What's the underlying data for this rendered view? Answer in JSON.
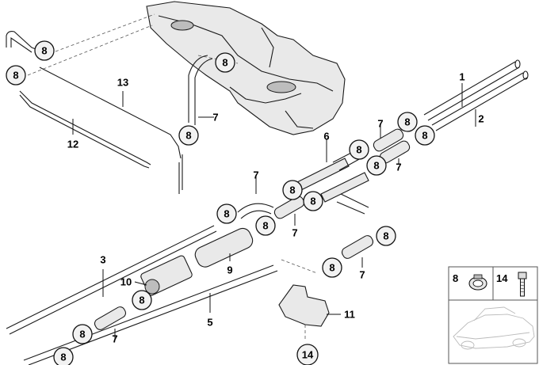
{
  "diagram": {
    "callouts": [
      "8",
      "8",
      "8",
      "8",
      "8",
      "8",
      "8",
      "8",
      "8",
      "8",
      "8",
      "8",
      "8",
      "8",
      "8",
      "8",
      "8",
      "8",
      "14"
    ],
    "labels": [
      "1",
      "2",
      "3",
      "5",
      "6",
      "7",
      "7",
      "7",
      "7",
      "7",
      "7",
      "7",
      "9",
      "10",
      "11",
      "12",
      "13"
    ],
    "inset": {
      "left_label": "8",
      "right_label": "14"
    }
  }
}
